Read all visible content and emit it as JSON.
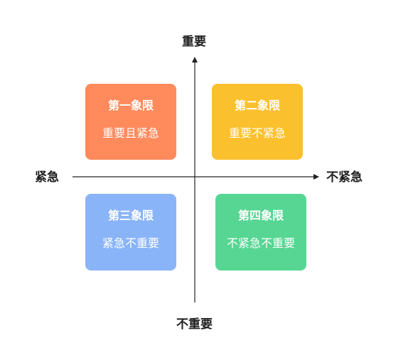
{
  "axes": {
    "top": "重要",
    "bottom": "不重要",
    "left": "紧急",
    "right": "不紧急"
  },
  "quadrants": [
    {
      "title": "第一象限",
      "desc": "重要且紧急",
      "color": "#ff8a5c"
    },
    {
      "title": "第二象限",
      "desc": "重要不紧急",
      "color": "#fbc02d"
    },
    {
      "title": "第三象限",
      "desc": "紧急不重要",
      "color": "#8ab4f8"
    },
    {
      "title": "第四象限",
      "desc": "不紧急不重要",
      "color": "#57d693"
    }
  ],
  "colors": {
    "axis": "#222222",
    "label": "#1f1f1f"
  }
}
